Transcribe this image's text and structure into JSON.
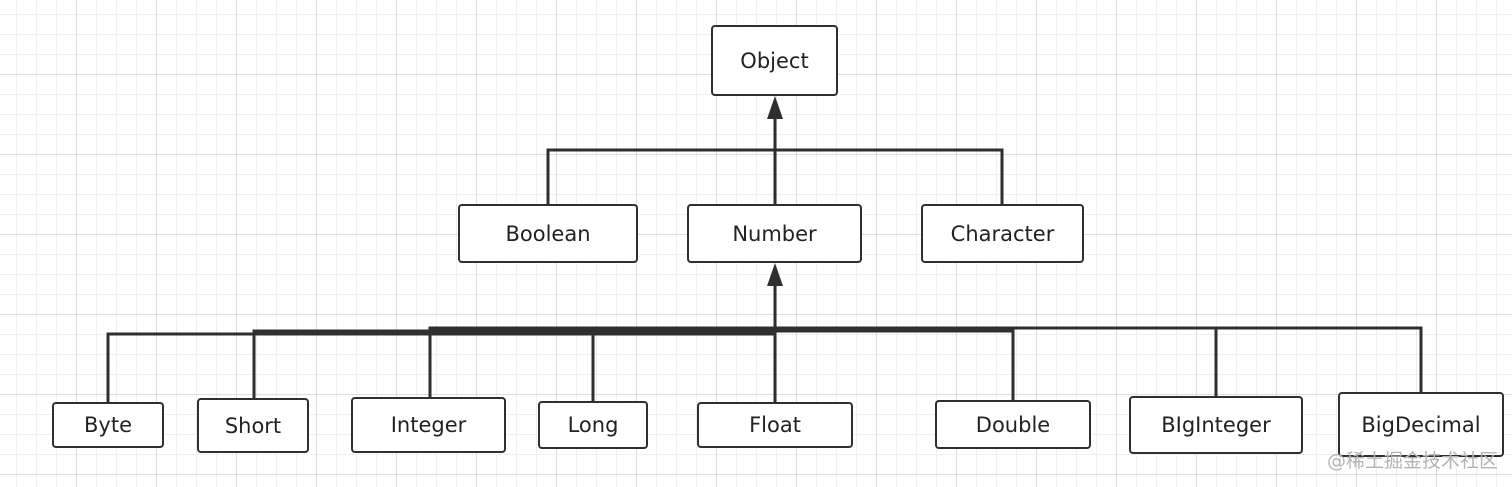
{
  "diagram": {
    "type": "class-hierarchy",
    "nodes": {
      "object": "Object",
      "boolean": "Boolean",
      "number": "Number",
      "character": "Character",
      "byte": "Byte",
      "short": "Short",
      "integer": "Integer",
      "long": "Long",
      "float": "Float",
      "double": "Double",
      "biginteger": "BIgInteger",
      "bigdecimal": "BigDecimal"
    },
    "edges": [
      {
        "from": "boolean",
        "to": "object"
      },
      {
        "from": "number",
        "to": "object"
      },
      {
        "from": "character",
        "to": "object"
      },
      {
        "from": "byte",
        "to": "number"
      },
      {
        "from": "short",
        "to": "number"
      },
      {
        "from": "integer",
        "to": "number"
      },
      {
        "from": "long",
        "to": "number"
      },
      {
        "from": "float",
        "to": "number"
      },
      {
        "from": "double",
        "to": "number"
      },
      {
        "from": "biginteger",
        "to": "number"
      },
      {
        "from": "bigdecimal",
        "to": "number"
      }
    ],
    "colors": {
      "line": "#2f2f2f",
      "grid": "#dcdcdc",
      "watermark": "#b3b3b3"
    }
  },
  "watermark": "@稀土掘金技术社区"
}
